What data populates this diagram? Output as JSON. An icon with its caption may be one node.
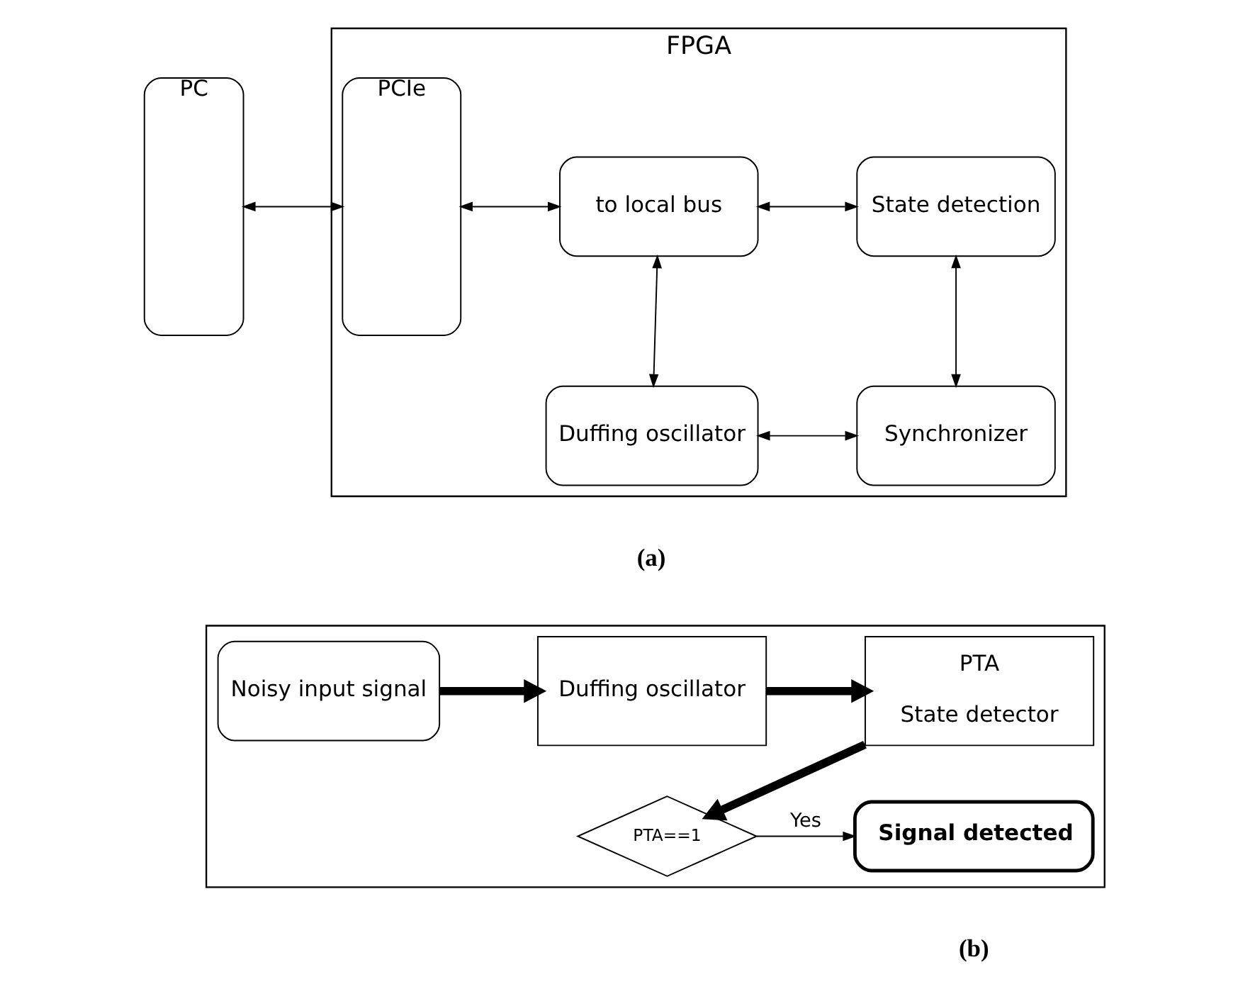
{
  "diagram": {
    "nodes": [
      {
        "text": [
          "PC"
        ]
      },
      {
        "text": [
          "FPGA"
        ]
      },
      {
        "text": [
          "PCIe"
        ],
        "in": 1
      },
      {
        "text": [
          "to local bus"
        ],
        "in": 1
      },
      {
        "text": [
          "State detection"
        ],
        "in": 1
      },
      {
        "text": [
          "Duffing oscillator"
        ],
        "in": 1
      },
      {
        "text": [
          "Synchronizer"
        ],
        "in": 1
      },
      {
        "text": [],
        "shape": "box"
      },
      {
        "text": [
          "Noisy input signal"
        ],
        "in": 7
      },
      {
        "text": [
          "Duffing oscillator"
        ],
        "in": 7
      },
      {
        "text": [
          "PTA",
          "State detector"
        ],
        "in": 7
      },
      {
        "text": [
          "PTA==1"
        ],
        "in": 7
      },
      {
        "text": [
          "Signal detected"
        ],
        "in": 7
      }
    ],
    "edges": [
      {
        "from": 0,
        "to": 2,
        "arrow": "both"
      },
      {
        "from": 2,
        "to": 3,
        "arrow": "both"
      },
      {
        "from": 3,
        "to": 4,
        "arrow": "both"
      },
      {
        "from": 3,
        "to": 5,
        "arrow": "both"
      },
      {
        "from": 5,
        "to": 6,
        "arrow": "both"
      },
      {
        "from": 4,
        "to": 6,
        "arrow": "both"
      },
      {
        "from": 8,
        "to": 9,
        "arrow": "to",
        "style": "thick"
      },
      {
        "from": 9,
        "to": 10,
        "arrow": "to",
        "style": "thick"
      },
      {
        "from": 10,
        "to": 11,
        "arrow": "to",
        "style": "thick"
      },
      {
        "from": 11,
        "to": 12,
        "arrow": "to",
        "label": "Yes"
      }
    ],
    "labels": [
      "(a)",
      "(b)"
    ]
  }
}
